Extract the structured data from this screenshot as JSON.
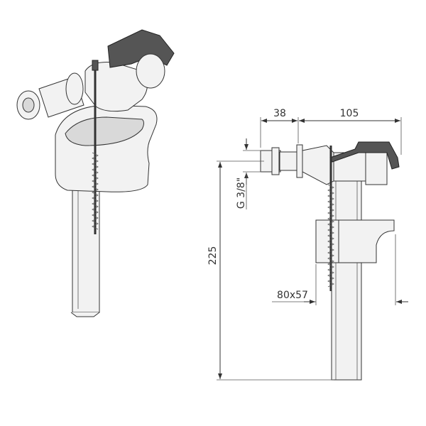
{
  "dimensions": {
    "inlet_length": "38",
    "body_length": "105",
    "thread": "G 3/8\"",
    "height": "225",
    "float_size": "80x57"
  },
  "colors": {
    "lines": "#333333",
    "lever": "#555555",
    "body": "#f2f2f2"
  }
}
